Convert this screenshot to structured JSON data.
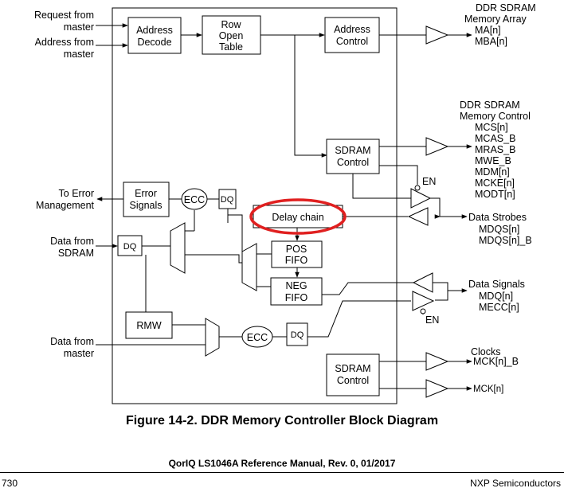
{
  "diagram": {
    "inputs": {
      "request_from_master": [
        "Request from",
        "master"
      ],
      "address_from_master": [
        "Address from",
        "master"
      ],
      "error_management": [
        "To Error",
        "Management"
      ],
      "data_from_sdram": [
        "Data from",
        "SDRAM"
      ],
      "data_from_master": [
        "Data from",
        "master"
      ]
    },
    "blocks": {
      "address_decode": [
        "Address",
        "Decode"
      ],
      "row_open_table": [
        "Row",
        "Open",
        "Table"
      ],
      "address_control": [
        "Address",
        "Control"
      ],
      "sdram_control_top": [
        "SDRAM",
        "Control"
      ],
      "error_signals": [
        "Error",
        "Signals"
      ],
      "ecc_top": "ECC",
      "dq_top": "DQ",
      "dq_left": "DQ",
      "delay_chain": "Delay chain",
      "pos_fifo": [
        "POS",
        "FIFO"
      ],
      "neg_fifo": [
        "NEG",
        "FIFO"
      ],
      "rmw": "RMW",
      "ecc_bottom": "ECC",
      "dq_bottom": "DQ",
      "sdram_control_bottom": [
        "SDRAM",
        "Control"
      ]
    },
    "outputs": {
      "memory_array_title": [
        "DDR SDRAM",
        "Memory Array"
      ],
      "memory_array_signals": [
        "MA[n]",
        "MBA[n]"
      ],
      "memory_control_title": [
        "DDR SDRAM",
        "Memory Control"
      ],
      "memory_control_signals": [
        "MCS[n]",
        "MCAS_B",
        "MRAS_B",
        "MWE_B",
        "MDM[n]",
        "MCKE[n]",
        "MODT[n]"
      ],
      "data_strobes": "Data Strobes",
      "data_strobes_signals": [
        "MDQS[n]",
        "MDQS[n]_B"
      ],
      "data_signals": "Data Signals",
      "data_signals_signals": [
        "MDQ[n]",
        "MECC[n]"
      ],
      "clocks": "Clocks",
      "clock_signals": [
        "MCK[n]_B",
        "MCK[n]"
      ],
      "enable_top": "EN",
      "enable_bottom": "EN"
    },
    "highlight_color": "#e02020"
  },
  "figure_caption": "Figure 14-2. DDR Memory Controller Block Diagram",
  "footer": {
    "manual": "QorIQ LS1046A Reference Manual, Rev. 0, 01/2017",
    "page_number": "730",
    "vendor": "NXP Semiconductors"
  }
}
